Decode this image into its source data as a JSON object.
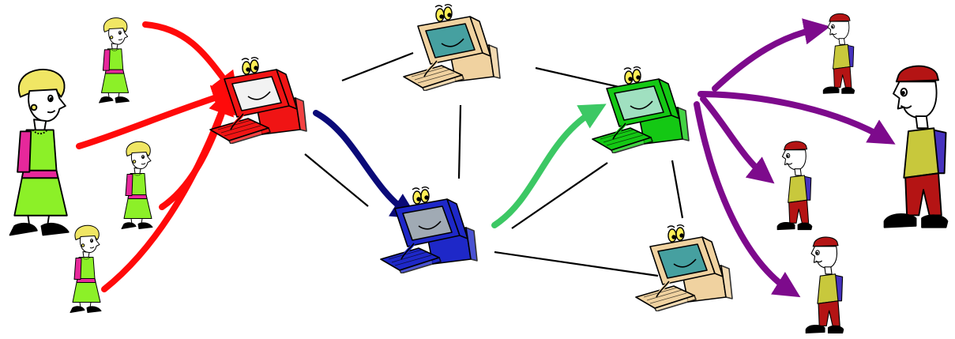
{
  "colors": {
    "background": "#ffffff",
    "link": "#000000",
    "arrow_senders": "#ff0a0a",
    "arrow_transit": "#0a0a78",
    "arrow_exit": "#3cc864",
    "arrow_receivers": "#7d0a8c",
    "computer_sender": "#f01414",
    "computer_relay": "#1e28c8",
    "computer_exit": "#14c814",
    "computer_idle": "#f0d2a0",
    "woman_dress": "#8cf028",
    "woman_sleeve": "#e6289b",
    "woman_hair": "#f0e664",
    "man_vest": "#c8c83c",
    "man_sleeve": "#4632be",
    "man_pants": "#b41414"
  },
  "nodes": {
    "computers": [
      {
        "name": "computer-sender",
        "icon": "computer-icon",
        "color": "computer_sender"
      },
      {
        "name": "computer-top",
        "icon": "computer-icon",
        "color": "computer_idle"
      },
      {
        "name": "computer-relay",
        "icon": "computer-icon",
        "color": "computer_relay"
      },
      {
        "name": "computer-exit",
        "icon": "computer-icon",
        "color": "computer_exit"
      },
      {
        "name": "computer-bottom-right",
        "icon": "computer-icon",
        "color": "computer_idle"
      }
    ],
    "senders": [
      "woman-large",
      "woman-small-top",
      "woman-small-middle",
      "woman-small-bottom"
    ],
    "receivers": [
      "man-small-top",
      "man-large",
      "man-small-middle",
      "man-small-bottom"
    ]
  }
}
